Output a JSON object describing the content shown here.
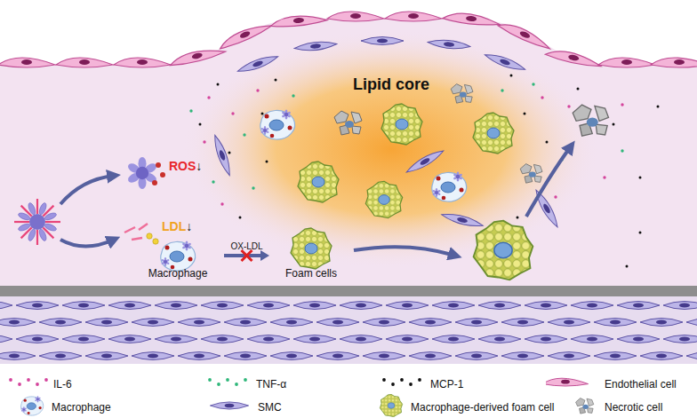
{
  "diagram": {
    "nodes": [
      {
        "text": [
          "Lipid core"
        ]
      },
      {
        "text": [
          "Macrophage"
        ]
      },
      {
        "text": [
          "Foam cells"
        ]
      }
    ],
    "edges": [
      {
        "from": 1,
        "to": 2,
        "arrow": "to",
        "label": "OX-LDL"
      }
    ],
    "labels": [
      "ROS",
      "↓",
      "LDL",
      "↓"
    ],
    "legend": [
      {
        "text": "IL-6",
        "color": "#d4449c"
      },
      {
        "text": "TNF-α",
        "color": "#2fb77a"
      },
      {
        "text": "MCP-1",
        "color": "#111111"
      },
      {
        "text": "Endothelial cell"
      },
      {
        "text": "Macrophage"
      },
      {
        "text": "SMC"
      },
      {
        "text": "Macrophage-derived foam cell"
      },
      {
        "text": "Necrotic cell"
      }
    ]
  }
}
